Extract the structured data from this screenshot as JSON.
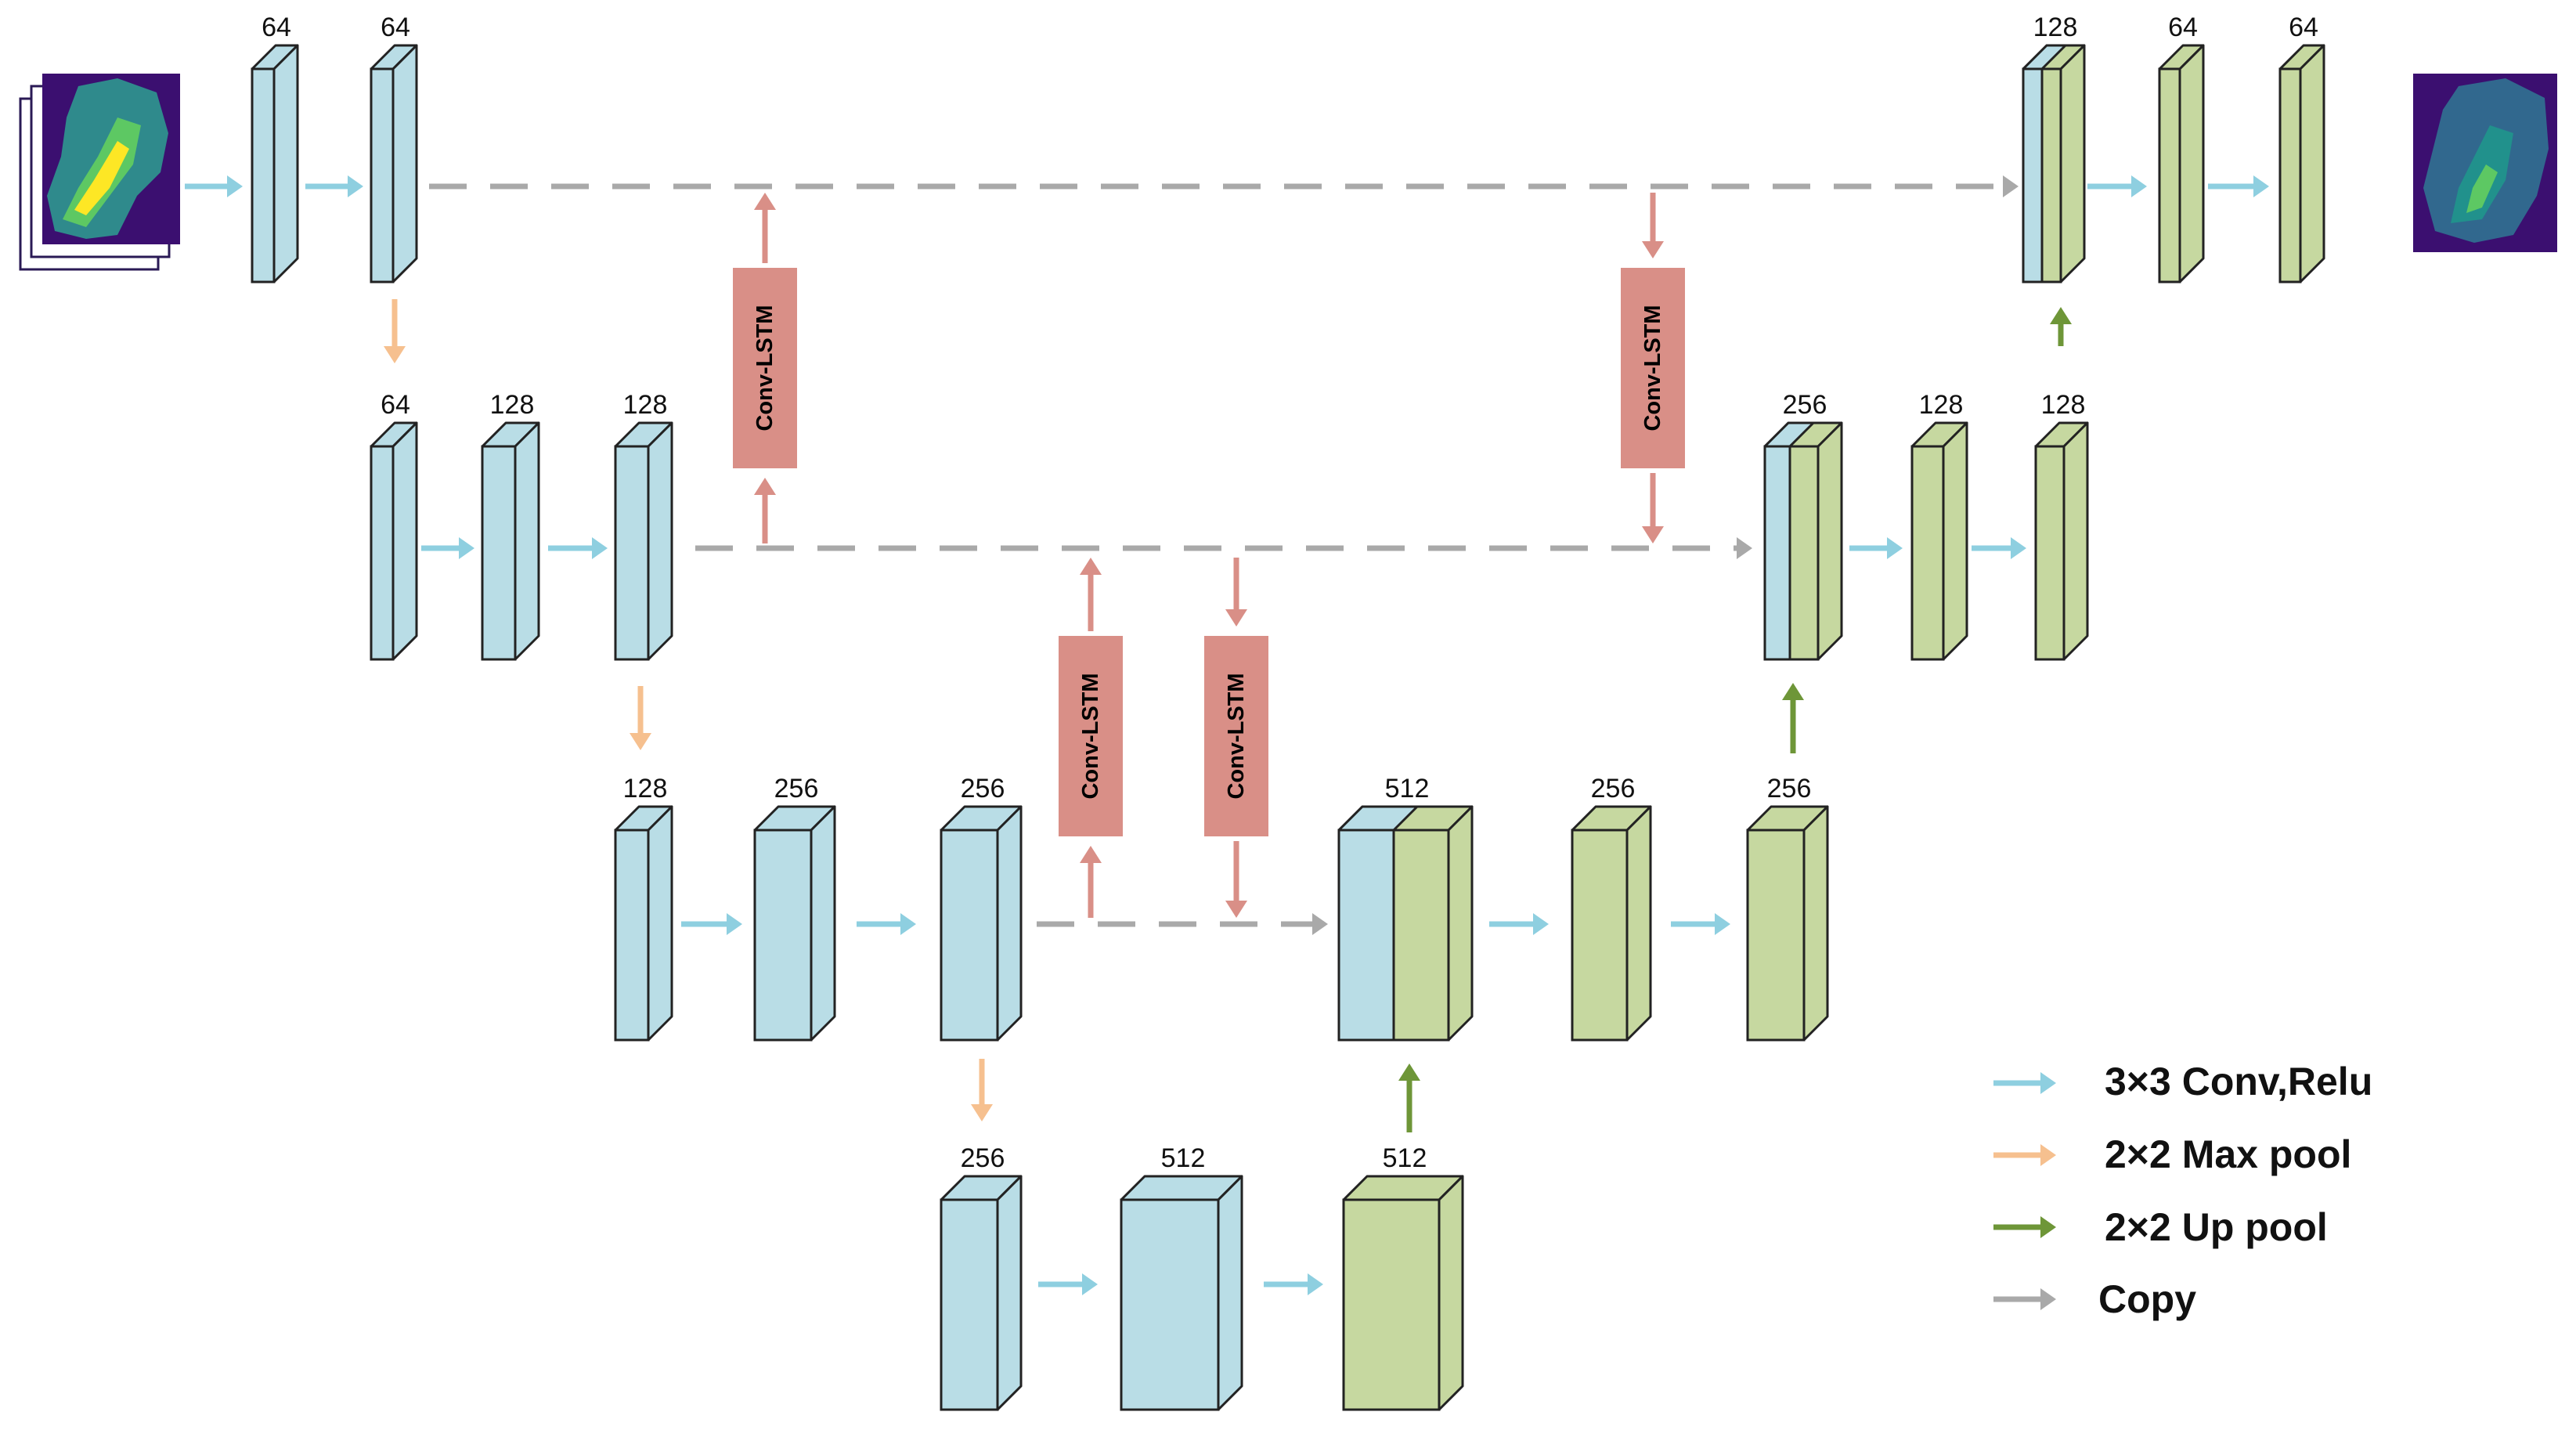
{
  "colors": {
    "encoder": "#b9dde6",
    "decoder": "#c6d8a0",
    "edge": "#222222",
    "conv_arrow": "#8ecfe0",
    "pool_arrow": "#f6c08f",
    "up_arrow": "#6e9638",
    "copy_arrow": "#a9a9a9",
    "lstm_fill": "#d98f87",
    "lstm_arrow": "#d98f87"
  },
  "input_image": {
    "icon": "input-map-thumbnail"
  },
  "output_image": {
    "icon": "output-map-thumbnail"
  },
  "conv_lstm_label": "Conv-LSTM",
  "blocks": [
    {
      "id": "b1",
      "label": "64",
      "fill": "encoder",
      "stacked": false
    },
    {
      "id": "b2",
      "label": "64",
      "fill": "encoder",
      "stacked": false
    },
    {
      "id": "b3",
      "label": "64",
      "fill": "encoder",
      "stacked": false
    },
    {
      "id": "b4",
      "label": "128",
      "fill": "encoder",
      "stacked": false
    },
    {
      "id": "b5",
      "label": "128",
      "fill": "encoder",
      "stacked": false
    },
    {
      "id": "b6",
      "label": "128",
      "fill": "encoder",
      "stacked": false
    },
    {
      "id": "b7",
      "label": "256",
      "fill": "encoder",
      "stacked": false
    },
    {
      "id": "b8",
      "label": "256",
      "fill": "encoder",
      "stacked": false
    },
    {
      "id": "b9",
      "label": "256",
      "fill": "encoder",
      "stacked": false
    },
    {
      "id": "b10",
      "label": "512",
      "fill": "encoder",
      "stacked": false
    },
    {
      "id": "b11",
      "label": "512",
      "fill": "decoder",
      "stacked": false
    },
    {
      "id": "b12",
      "label": "512",
      "fill": "decoder",
      "stacked": true
    },
    {
      "id": "b13",
      "label": "256",
      "fill": "decoder",
      "stacked": false
    },
    {
      "id": "b14",
      "label": "256",
      "fill": "decoder",
      "stacked": false
    },
    {
      "id": "b15",
      "label": "256",
      "fill": "decoder",
      "stacked": true
    },
    {
      "id": "b16",
      "label": "128",
      "fill": "decoder",
      "stacked": false
    },
    {
      "id": "b17",
      "label": "128",
      "fill": "decoder",
      "stacked": false
    },
    {
      "id": "b18",
      "label": "128",
      "fill": "decoder",
      "stacked": true
    },
    {
      "id": "b19",
      "label": "64",
      "fill": "decoder",
      "stacked": false
    },
    {
      "id": "b20",
      "label": "64",
      "fill": "decoder",
      "stacked": false
    }
  ],
  "legend": [
    {
      "label": "3×3 Conv,Relu",
      "color": "conv_arrow"
    },
    {
      "label": "2×2 Max pool",
      "color": "pool_arrow"
    },
    {
      "label": "2×2 Up pool",
      "color": "up_arrow"
    },
    {
      "label": "Copy",
      "color": "copy_arrow"
    }
  ]
}
